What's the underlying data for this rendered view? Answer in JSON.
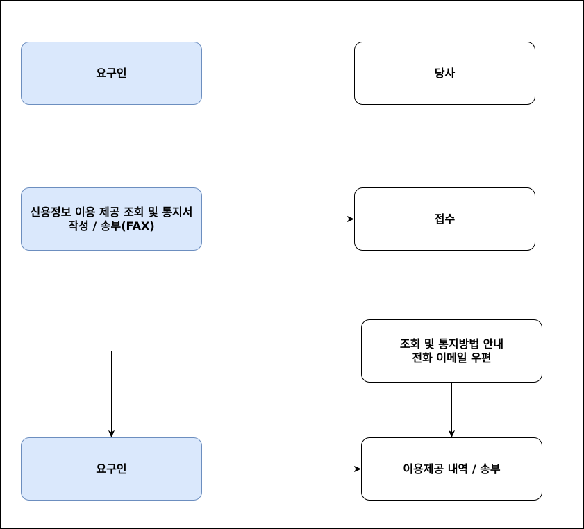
{
  "colors": {
    "requester_fill": "#dae8fc",
    "requester_stroke": "#6c8ebf",
    "company_fill": "#ffffff",
    "stroke": "#000000"
  },
  "nodes": {
    "requester_header": "요구인",
    "company_header": "당사",
    "request_fax": "신용정보 이용 제공 조회 및 통지서\n작성 / 송부(FAX)",
    "receipt": "접수",
    "notify_method": "조회 및 통지방법 안내\n전화 이메일 우편",
    "requester_bottom": "요구인",
    "usage_history": "이용제공 내역 / 송부"
  }
}
